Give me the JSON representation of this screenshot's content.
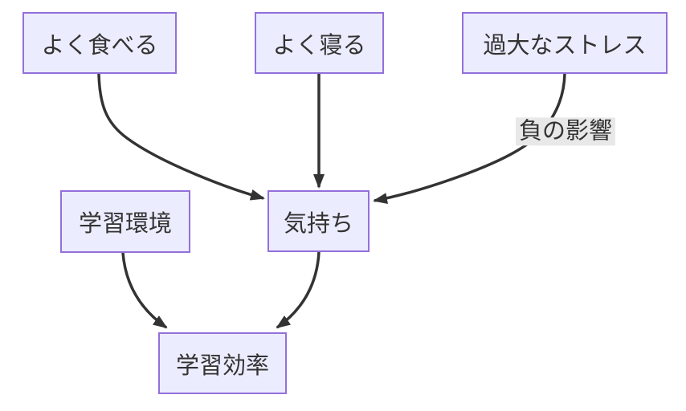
{
  "diagram": {
    "type": "flowchart",
    "background": "#ffffff",
    "nodes": [
      {
        "id": "eat",
        "label": "よく食べる"
      },
      {
        "id": "sleep",
        "label": "よく寝る"
      },
      {
        "id": "stress",
        "label": "過大なストレス"
      },
      {
        "id": "environment",
        "label": "学習環境"
      },
      {
        "id": "mood",
        "label": "気持ち"
      },
      {
        "id": "efficiency",
        "label": "学習効率"
      }
    ],
    "edges": [
      {
        "from": "eat",
        "to": "mood",
        "label": ""
      },
      {
        "from": "sleep",
        "to": "mood",
        "label": ""
      },
      {
        "from": "stress",
        "to": "mood",
        "label": "負の影響"
      },
      {
        "from": "environment",
        "to": "efficiency",
        "label": ""
      },
      {
        "from": "mood",
        "to": "efficiency",
        "label": ""
      }
    ],
    "colors": {
      "node_fill": "#ECECFF",
      "node_border": "#9370DB",
      "node_text": "#333333",
      "edge_stroke": "#333333",
      "edge_label_background": "#e8e8e8"
    }
  }
}
